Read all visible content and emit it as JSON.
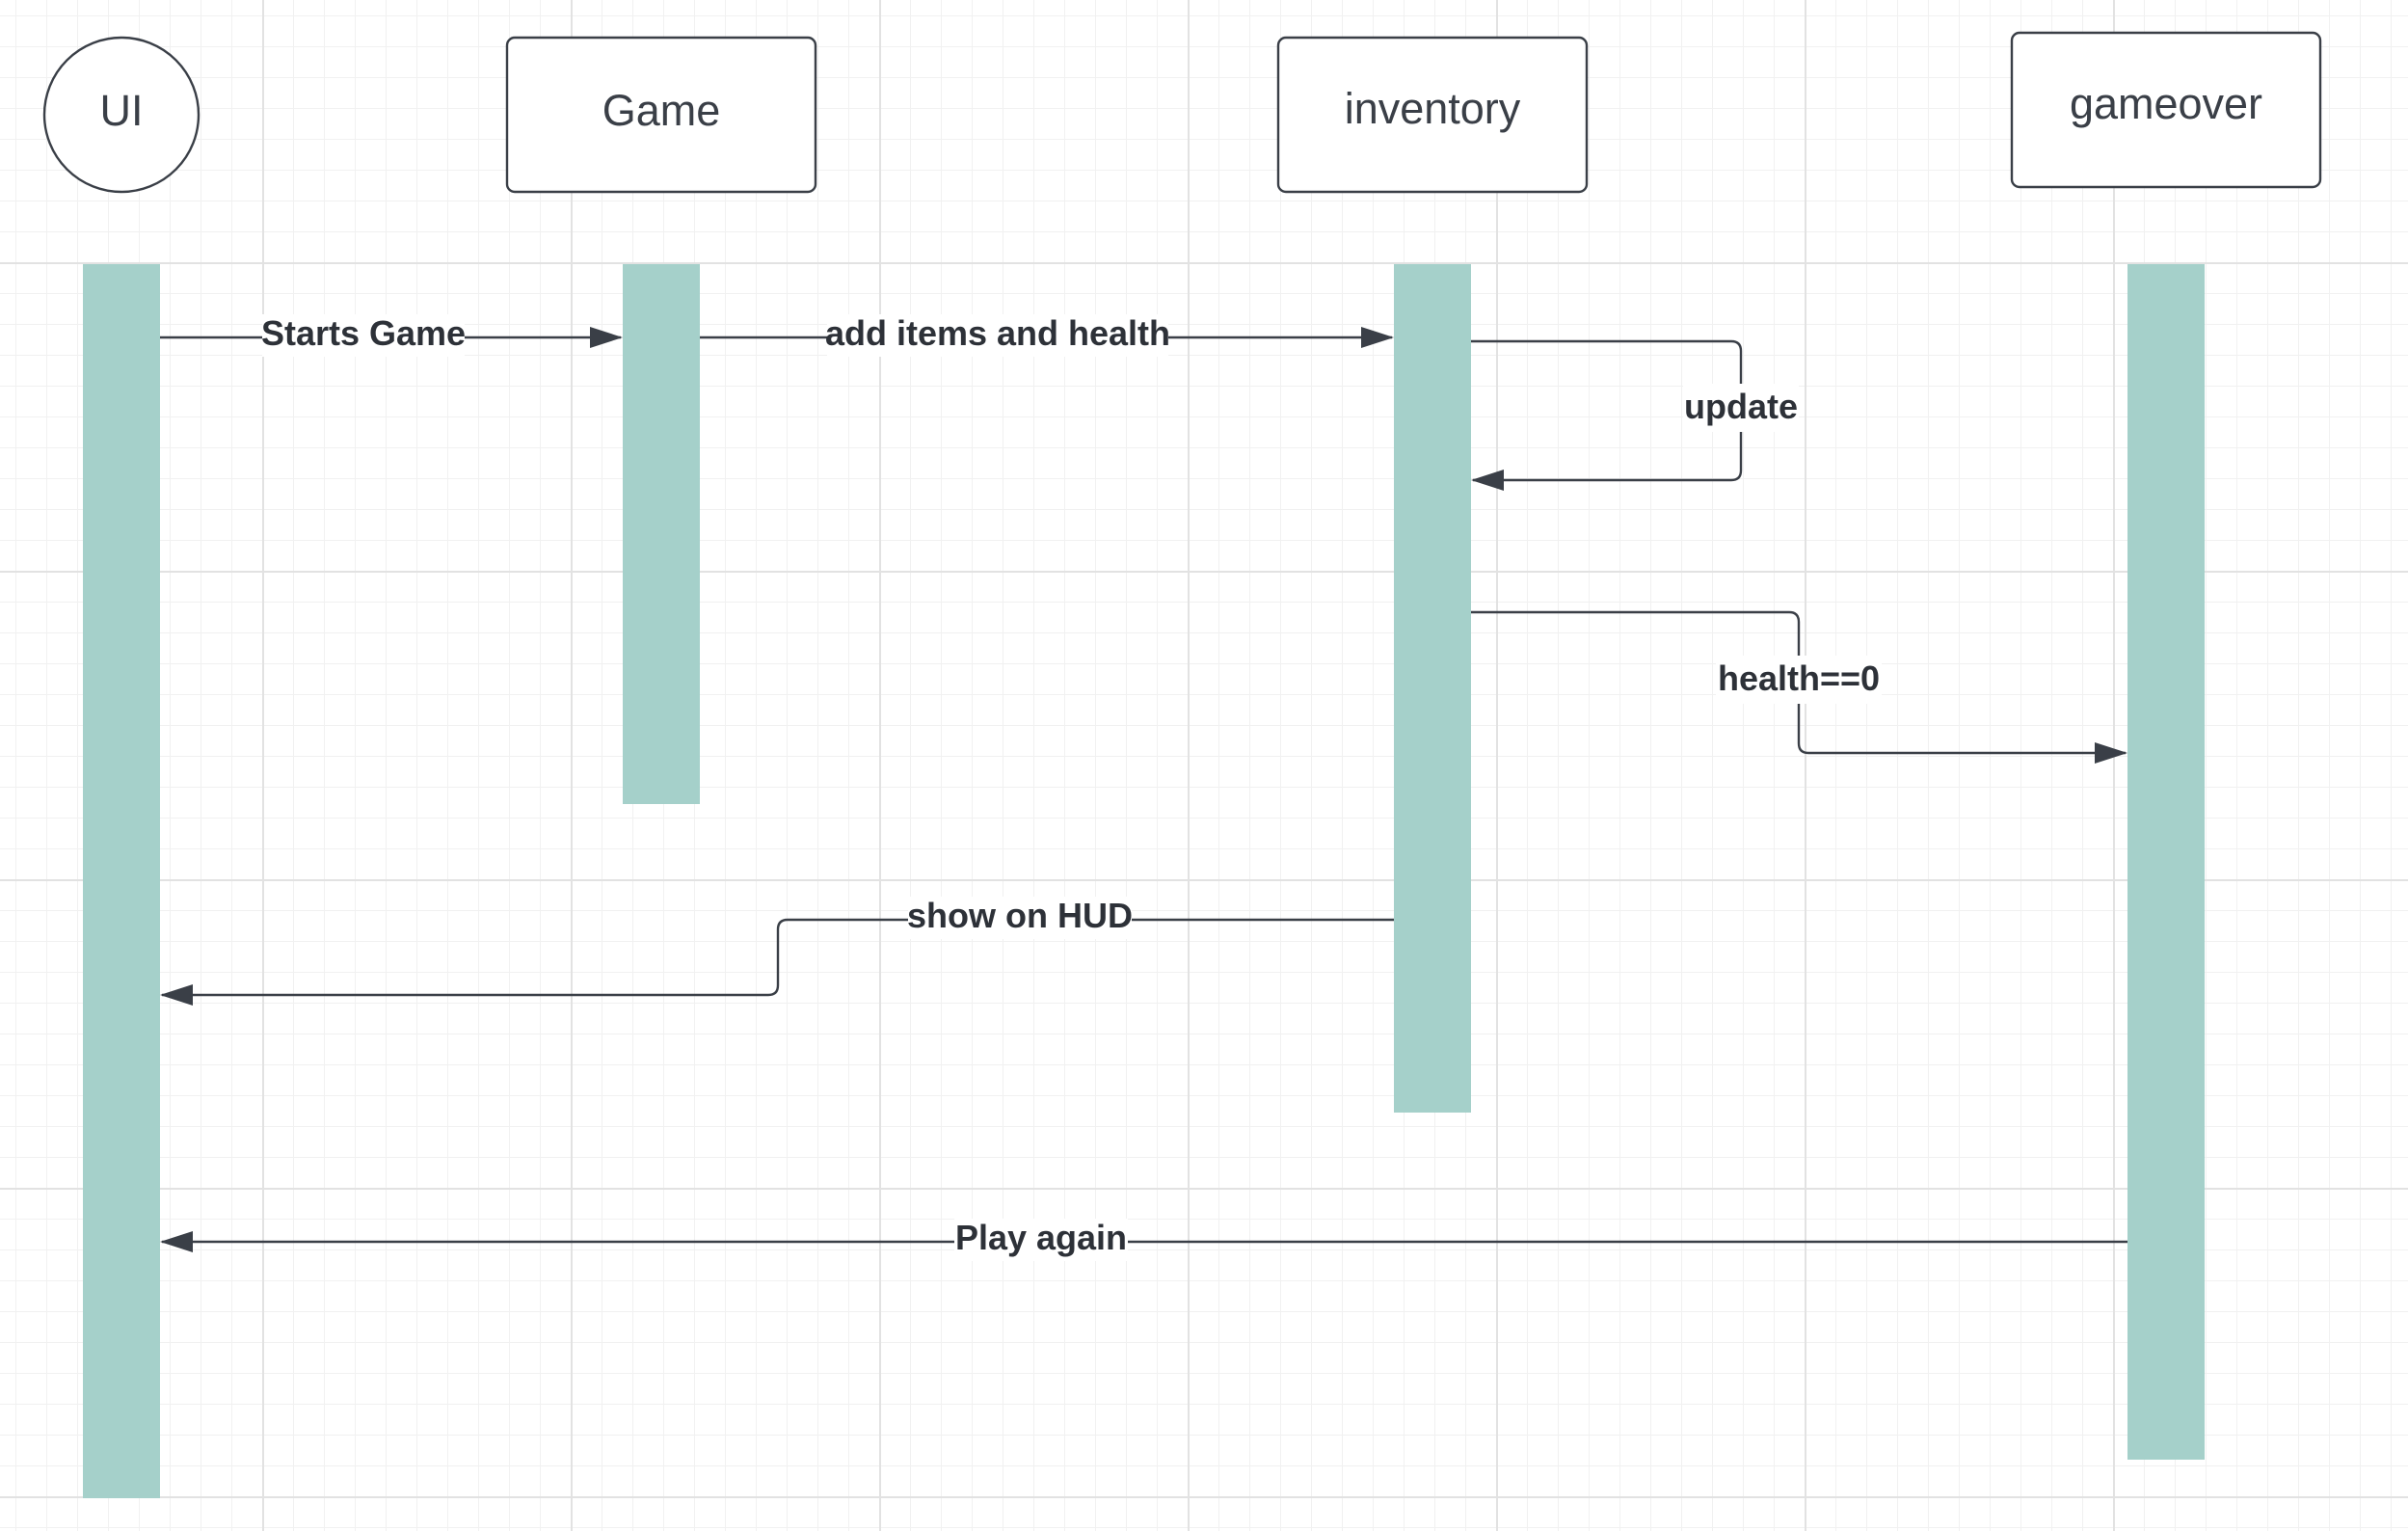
{
  "diagram": {
    "type": "sequence",
    "colors": {
      "activation": "#a5d0ca",
      "line": "#3a3f47",
      "text": "#2d3138"
    },
    "participants": [
      {
        "id": "ui",
        "label": "UI",
        "shape": "circle"
      },
      {
        "id": "game",
        "label": "Game",
        "shape": "rectangle"
      },
      {
        "id": "inventory",
        "label": "inventory",
        "shape": "rectangle"
      },
      {
        "id": "gameover",
        "label": "gameover",
        "shape": "rectangle"
      }
    ],
    "messages": [
      {
        "id": "m1",
        "from": "ui",
        "to": "game",
        "label": "Starts Game"
      },
      {
        "id": "m2",
        "from": "game",
        "to": "inventory",
        "label": "add items and health"
      },
      {
        "id": "m3",
        "from": "inventory",
        "to": "inventory",
        "label": "update"
      },
      {
        "id": "m4",
        "from": "inventory",
        "to": "gameover",
        "label": "health==0"
      },
      {
        "id": "m5",
        "from": "inventory",
        "to": "ui",
        "label": "show on HUD"
      },
      {
        "id": "m6",
        "from": "gameover",
        "to": "ui",
        "label": "Play again"
      }
    ]
  }
}
